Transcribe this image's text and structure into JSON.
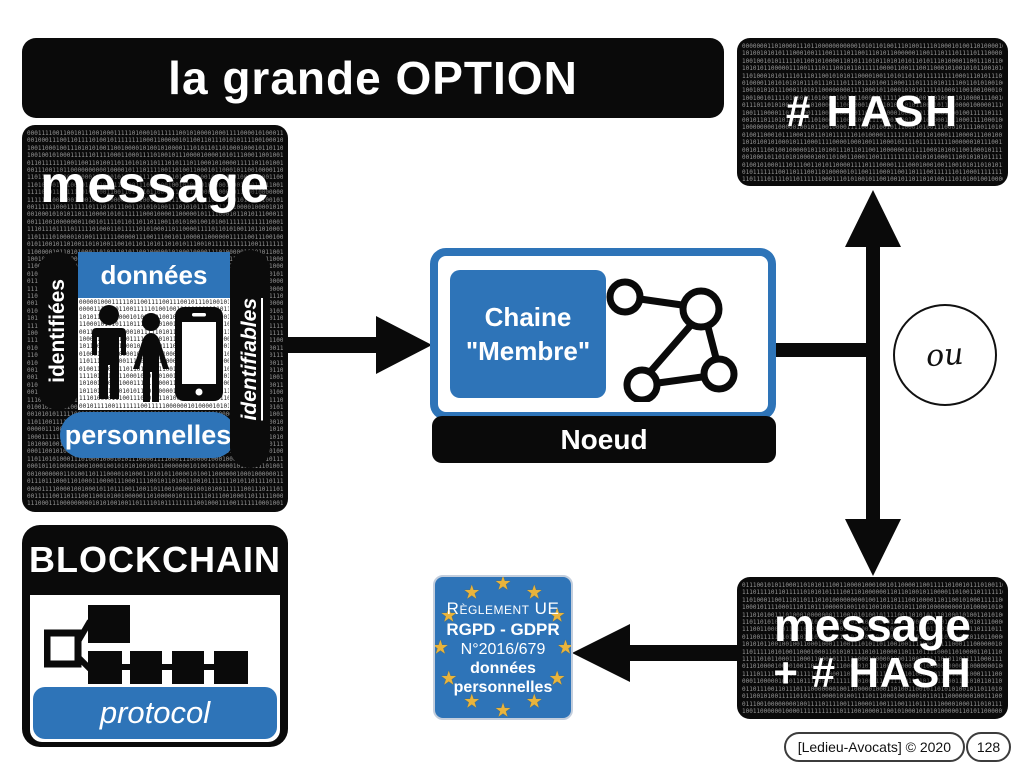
{
  "slide": {
    "title": "la grande OPTION",
    "footer": {
      "credit": "[Ledieu-Avocats] © 2020",
      "page": "128"
    }
  },
  "hash_box": {
    "label": "# HASH"
  },
  "message_box": {
    "title": "message",
    "donnees": "données",
    "identifiees": "identifiées",
    "identifiables": "identifiables",
    "personnelles": "personnelles"
  },
  "node_box": {
    "chaine_line1": "Chaine",
    "chaine_line2": "\"Membre\"",
    "noeud": "Noeud"
  },
  "or_circle": {
    "label": "ou"
  },
  "blockchain_box": {
    "title": "BLOCKCHAIN",
    "protocol": "protocol"
  },
  "eu_box": {
    "line1": "Règlement UE",
    "line2": "RGPD - GDPR",
    "line3": "N°2016/679",
    "line4": "données",
    "line5": "personnelles",
    "star": "★",
    "star_count": 12
  },
  "message_hash_box": {
    "line1": "message",
    "line2": "+ # HASH"
  },
  "colors": {
    "blue": "#2E74B8",
    "box_black": "#0a0a0a",
    "star_gold": "#E9B43C",
    "binary_on_dark": "#969696",
    "binary_on_light": "#1a1a1a"
  }
}
